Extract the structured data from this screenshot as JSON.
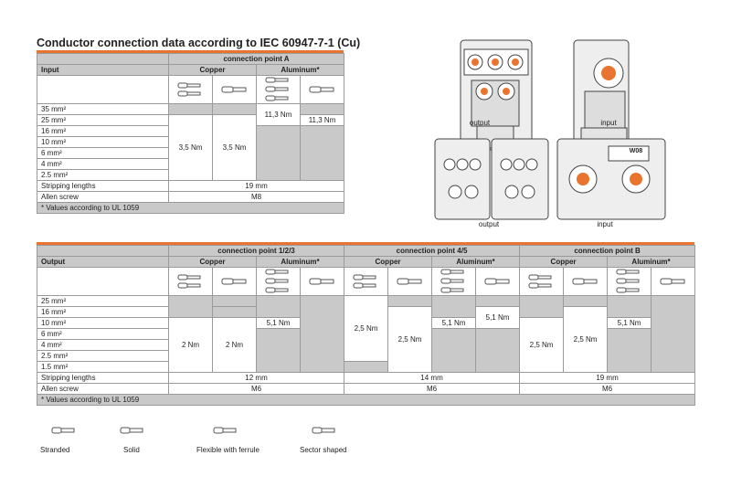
{
  "title": "Conductor connection data according to IEC 60947-7-1 (Cu)",
  "colors": {
    "accent": "#e8742f",
    "header_gray": "#c9c9c9"
  },
  "tableA": {
    "group_label": "connection point A",
    "row_header": "Input",
    "copper": "Copper",
    "aluminum": "Aluminum*",
    "rows": [
      "35 mm²",
      "25 mm²",
      "16 mm²",
      "10 mm²",
      "6 mm²",
      "4 mm²",
      "2.5 mm²"
    ],
    "torque_copper_a": "3,5 Nm",
    "torque_copper_b": "3,5 Nm",
    "torque_al_a": "11,3 Nm",
    "torque_al_b": "11,3 Nm",
    "stripping_label": "Stripping lengths",
    "stripping_value": "19 mm",
    "allen_label": "Allen screw",
    "allen_value": "M8",
    "footnote": "* Values according to UL 1059"
  },
  "tableB": {
    "row_header": "Output",
    "groups": [
      "connection point 1/2/3",
      "connection point 4/5",
      "connection point B"
    ],
    "copper": "Copper",
    "aluminum": "Aluminum*",
    "rows": [
      "25 mm²",
      "16 mm²",
      "10 mm²",
      "6 mm²",
      "4 mm²",
      "2.5 mm²",
      "1.5 mm²"
    ],
    "g1": {
      "cu_a": "2 Nm",
      "cu_b": "2 Nm",
      "al": "5,1 Nm"
    },
    "g2": {
      "cu_a": "2,5 Nm",
      "cu_b": "2,5 Nm",
      "al_a": "5,1 Nm",
      "al_b": "5,1 Nm"
    },
    "g3": {
      "cu_a": "2,5 Nm",
      "cu_b": "2,5 Nm",
      "al": "5,1 Nm"
    },
    "stripping_label": "Stripping lengths",
    "stripping": [
      "12 mm",
      "14 mm",
      "19 mm"
    ],
    "allen_label": "Allen screw",
    "allen": [
      "M6",
      "M6",
      "M6"
    ],
    "footnote": "* Values according to UL 1059"
  },
  "figures": {
    "output_1": "output",
    "input_1": "input",
    "output_2": "output",
    "input_2": "input",
    "w08": "W08"
  },
  "legend": [
    "Stranded",
    "Solid",
    "Flexible with ferrule",
    "Sector shaped"
  ]
}
